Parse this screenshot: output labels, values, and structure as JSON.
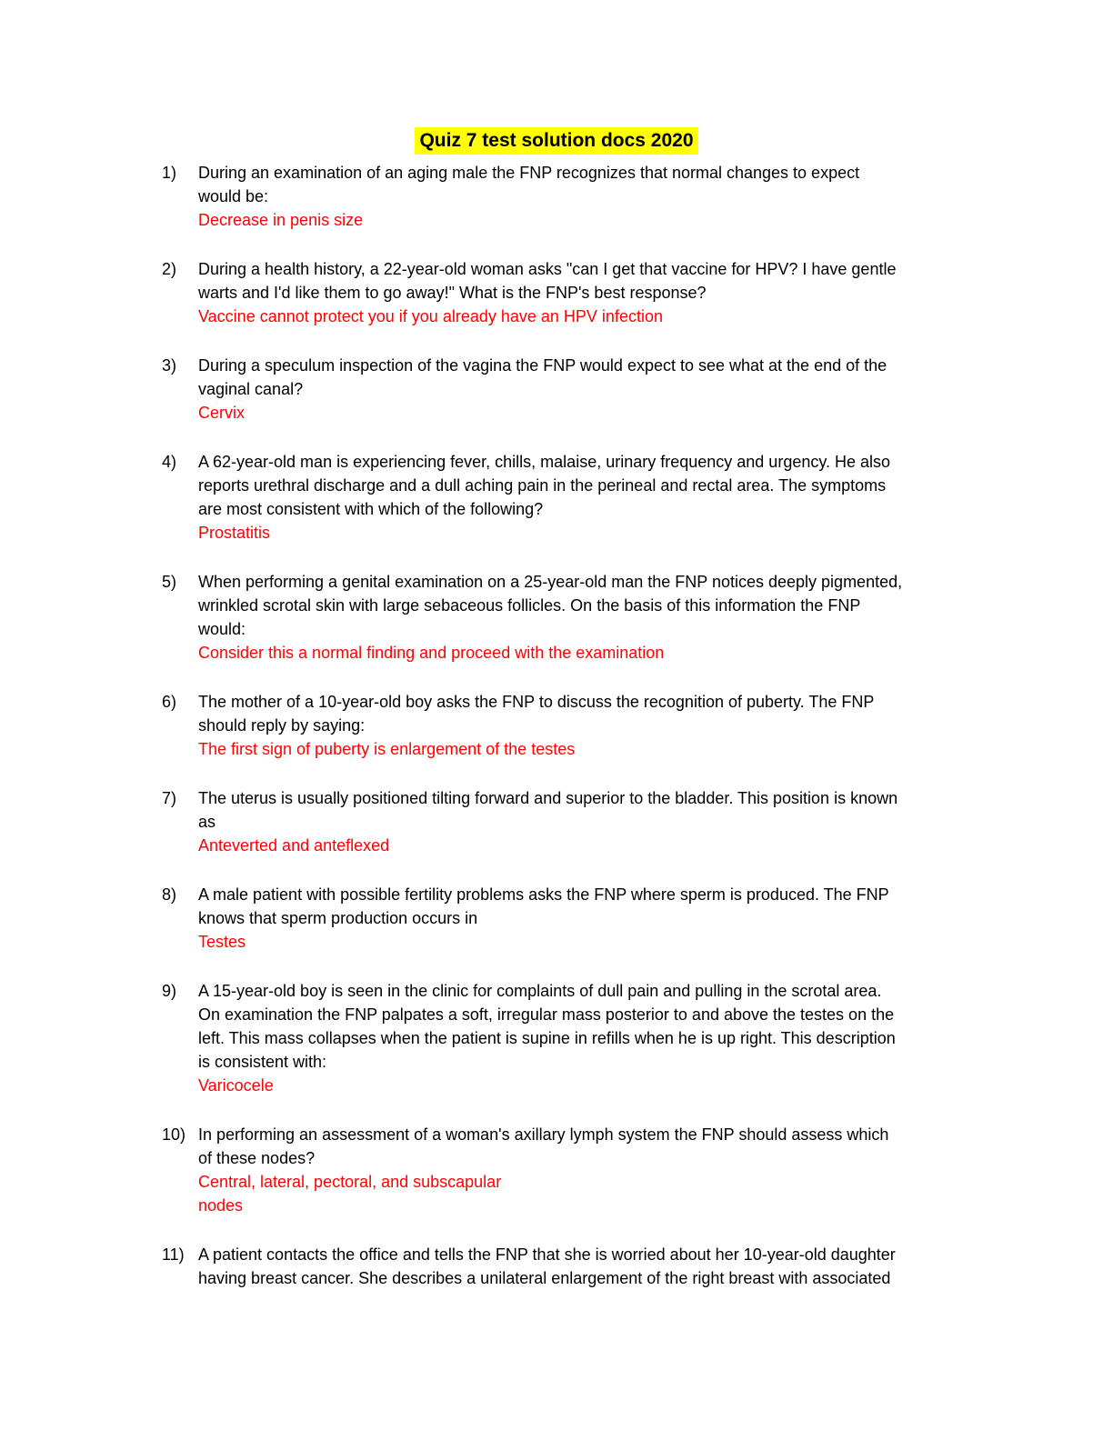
{
  "title": {
    "text": "Quiz 7 test solution docs 2020"
  },
  "colors": {
    "question_text": "#000000",
    "answer_text": "#ff0000",
    "title_highlight": "#ffff00",
    "page_background": "#ffffff"
  },
  "questions": [
    {
      "number": "1)",
      "question_lines": [
        "During an examination of an aging male the FNP recognizes that normal changes to expect",
        "would be:"
      ],
      "answer_lines": [
        "Decrease in penis size"
      ]
    },
    {
      "number": "2)",
      "question_lines": [
        "During a health history, a 22-year-old woman asks \"can I get that vaccine for HPV? I have gentle",
        "warts and I'd like them to go away!\" What is the FNP's best response?"
      ],
      "answer_lines": [
        "Vaccine cannot protect you if you already have an HPV infection"
      ]
    },
    {
      "number": "3)",
      "question_lines": [
        "During a speculum inspection of the vagina the FNP would expect to see what at the end of the",
        "vaginal canal?"
      ],
      "answer_lines": [
        "Cervix"
      ]
    },
    {
      "number": "4)",
      "question_lines": [
        "A 62-year-old man is experiencing fever, chills, malaise, urinary frequency and urgency. He also",
        "reports urethral discharge and a dull aching pain in the perineal and rectal area. The symptoms",
        "are most consistent with which of the following?"
      ],
      "answer_lines": [
        "Prostatitis"
      ]
    },
    {
      "number": "5)",
      "question_lines": [
        "When performing a genital examination on a 25-year-old man the FNP notices deeply pigmented,",
        "wrinkled scrotal skin with large sebaceous follicles. On the basis of this information the FNP",
        "would:"
      ],
      "answer_lines": [
        "Consider this a normal finding and proceed with the examination"
      ]
    },
    {
      "number": "6)",
      "question_lines": [
        "The mother of a 10-year-old boy asks the FNP to discuss the recognition of puberty. The FNP",
        "should reply by saying:"
      ],
      "answer_lines": [
        "The first sign of puberty is enlargement  of the testes"
      ]
    },
    {
      "number": "7)",
      "question_lines": [
        "The uterus is usually positioned tilting forward and superior to the bladder. This position is known",
        "as"
      ],
      "answer_lines": [
        "Anteverted and anteflexed"
      ]
    },
    {
      "number": "8)",
      "question_lines": [
        "A male patient with possible fertility problems asks the FNP where sperm is produced. The FNP",
        "knows that sperm production occurs in"
      ],
      "answer_lines": [
        "Testes"
      ]
    },
    {
      "number": "9)",
      "question_lines": [
        "A 15-year-old boy is seen in the clinic for complaints of dull pain and pulling in the scrotal area.",
        "On examination the FNP palpates a soft, irregular mass posterior to and above the testes on the",
        "left. This mass collapses when the patient is supine in refills when he is up right. This description",
        "is consistent with:"
      ],
      "answer_lines": [
        "Varicocele"
      ]
    },
    {
      "number": "10)",
      "question_lines": [
        "In performing an assessment of a woman's axillary lymph system the FNP should assess which",
        "of these nodes?"
      ],
      "answer_lines": [
        "Central, lateral, pectoral, and subscapular",
        "nodes"
      ]
    },
    {
      "number": "11)",
      "question_lines": [
        "A patient contacts the office and tells the FNP that she is worried about her 10-year-old daughter",
        "having breast cancer. She describes a unilateral enlargement of the right breast with associated"
      ],
      "answer_lines": []
    }
  ]
}
